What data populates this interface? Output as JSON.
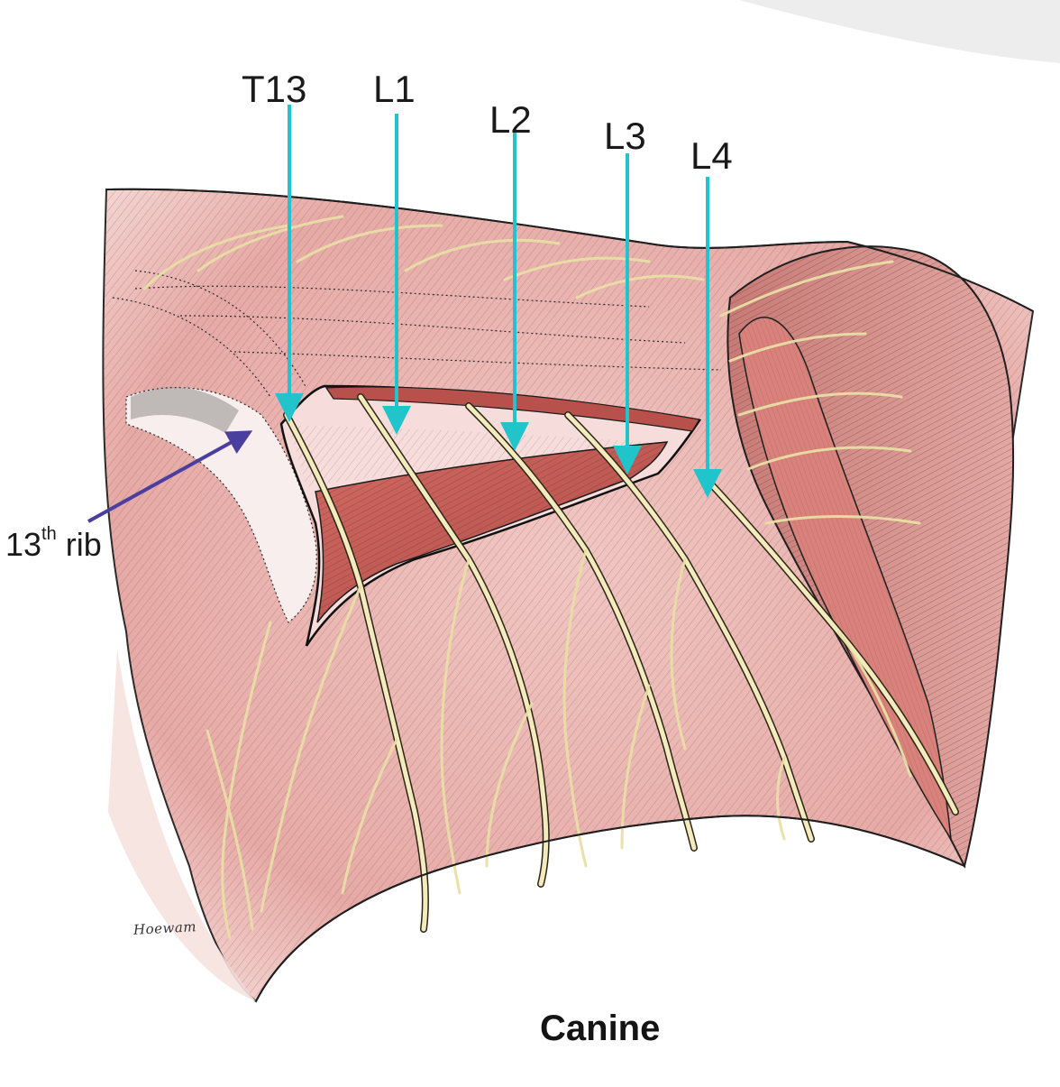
{
  "labels": {
    "t13": "T13",
    "l1": "L1",
    "l2": "L2",
    "l3": "L3",
    "l4": "L4",
    "rib_number": "13",
    "rib_suffix": "th",
    "rib_word": "rib"
  },
  "caption": "Canine",
  "signature": "Hoewam",
  "colors": {
    "pointer_arrow": "#22c4cc",
    "rib_arrow": "#4a3f9e",
    "skin": "#e9b8b4",
    "muscle": "#c75b55",
    "nerve": "#f3ebbe",
    "outline": "#1f1f1f"
  }
}
